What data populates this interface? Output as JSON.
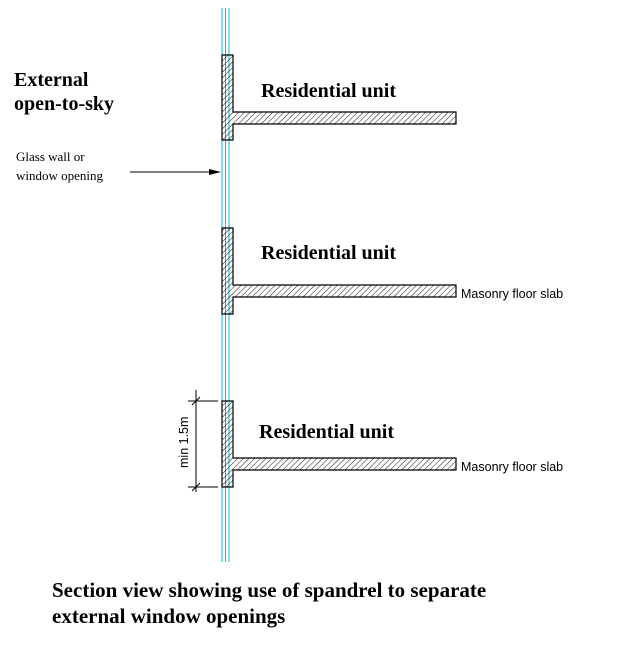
{
  "labels": {
    "external_line1": "External",
    "external_line2": "open-to-sky",
    "glass_line1": "Glass wall or",
    "glass_line2": "window opening",
    "dimension": "min 1.5m"
  },
  "units": [
    {
      "label": "Residential unit",
      "slab_label": ""
    },
    {
      "label": "Residential unit",
      "slab_label": "Masonry floor slab"
    },
    {
      "label": "Residential unit",
      "slab_label": "Masonry floor slab"
    }
  ],
  "caption": {
    "line1": "Section view showing use of spandrel to separate",
    "line2": "external window openings"
  },
  "colors": {
    "glass": "#00bfd8",
    "outline": "#000000",
    "hatch": "#000000"
  }
}
